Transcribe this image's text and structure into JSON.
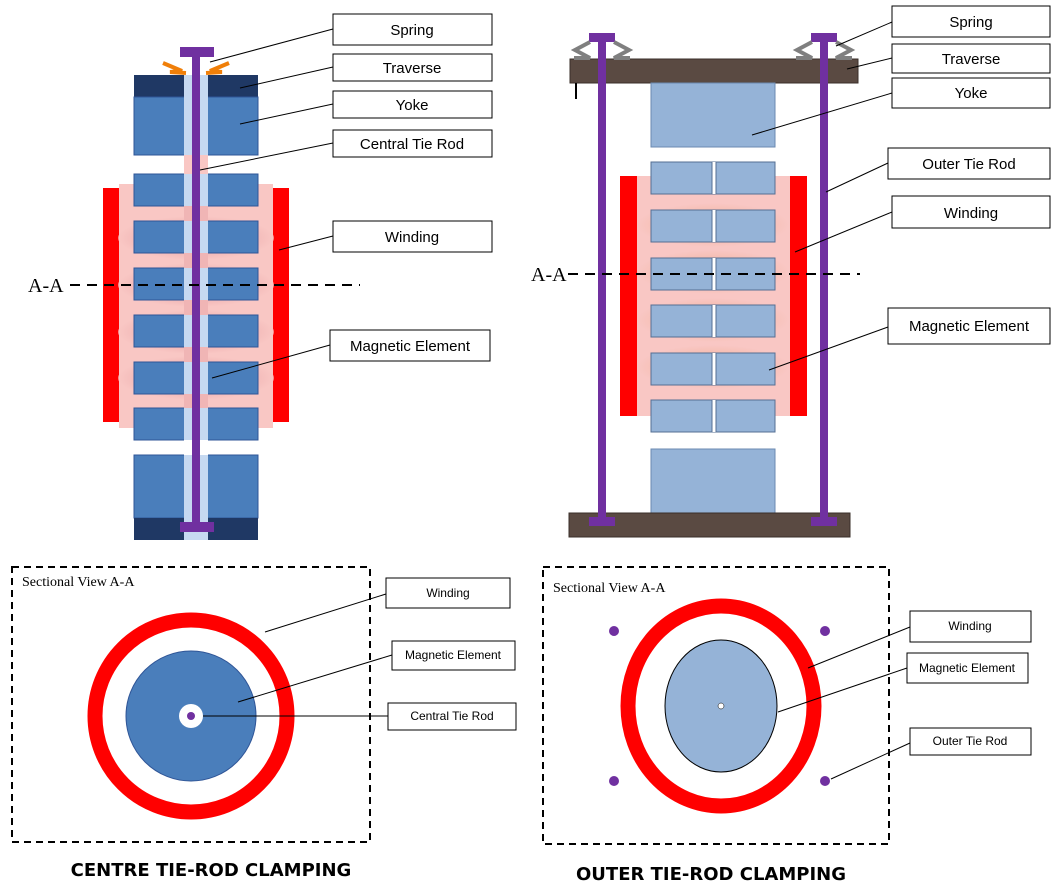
{
  "colors": {
    "core_dark": "#4a7ebb",
    "core_light": "#95b3d7",
    "traverse_dark": "#1f3864",
    "traverse_brown": "#5a4a42",
    "winding_red": "#ff0000",
    "winding_pink": "#f9c7c4",
    "rod_purple": "#7030a0",
    "spring_orange": "#f07f09",
    "spring_grey": "#7f7f7f"
  },
  "left_panel": {
    "labels": {
      "spring": "Spring",
      "traverse": "Traverse",
      "yoke": "Yoke",
      "central_tie_rod": "Central Tie Rod",
      "winding": "Winding",
      "magnetic_element": "Magnetic Element"
    },
    "section_marker": "A-A",
    "section_view": {
      "title": "Sectional View A-A",
      "winding": "Winding",
      "magnetic_element": "Magnetic Element",
      "central_tie_rod": "Central Tie Rod"
    },
    "caption": "CENTRE TIE-ROD CLAMPING"
  },
  "right_panel": {
    "labels": {
      "spring": "Spring",
      "traverse": "Traverse",
      "yoke": "Yoke",
      "outer_tie_rod": "Outer Tie Rod",
      "winding": "Winding",
      "magnetic_element": "Magnetic Element"
    },
    "section_marker": "A-A",
    "section_view": {
      "title": "Sectional View A-A",
      "winding": "Winding",
      "magnetic_element": "Magnetic Element",
      "outer_tie_rod": "Outer Tie Rod"
    },
    "caption": "OUTER TIE-ROD CLAMPING"
  }
}
